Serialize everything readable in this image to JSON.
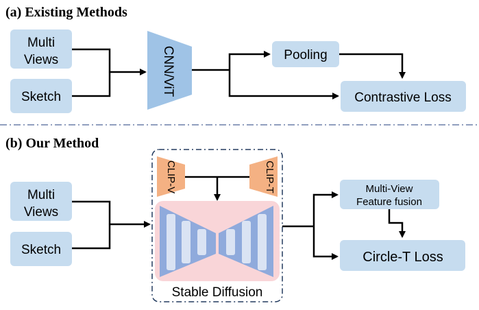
{
  "section_a": {
    "title": "(a) Existing Methods",
    "input1": [
      "Multi",
      "Views"
    ],
    "input2": "Sketch",
    "encoder": "CNN/ViT",
    "pooling": "Pooling",
    "loss": "Contrastive Loss"
  },
  "section_b": {
    "title": "(b) Our Method",
    "input1": [
      "Multi",
      "Views"
    ],
    "input2": "Sketch",
    "clip_v": "CLIP-V",
    "clip_t": "CLIP-T",
    "diffusion": "Stable Diffusion",
    "fusion": [
      "Multi-View",
      "Feature fusion"
    ],
    "loss": "Circle-T Loss"
  },
  "colors": {
    "box": "#c6dcef",
    "trapezoid": "#9fc3e6",
    "clip": "#f4b183",
    "diffusion_bg": "#f9d5d8",
    "unet": "#8faadc",
    "unet_bar": "#dae3f3"
  }
}
